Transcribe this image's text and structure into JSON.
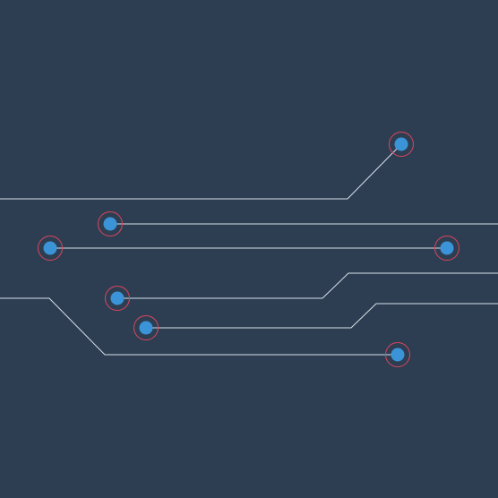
{
  "scene": {
    "kind": "circuit-board-illustration",
    "colors": {
      "background": "#2e3e52",
      "trace": "#d7e0ea",
      "node_fill": "#3b94d8",
      "node_ring": "#d8465e"
    },
    "traces": [
      {
        "name": "trace-1",
        "ends_at_node": "node-1"
      },
      {
        "name": "trace-2",
        "ends_at_node": "node-2"
      },
      {
        "name": "trace-3",
        "ends_at_node": "node-3"
      },
      {
        "name": "trace-4",
        "ends_at_node": "node-5"
      },
      {
        "name": "trace-5",
        "ends_at_node": "node-6"
      },
      {
        "name": "trace-6",
        "ends_at_node": "node-7"
      }
    ],
    "nodes": [
      {
        "name": "node-1"
      },
      {
        "name": "node-2"
      },
      {
        "name": "node-3"
      },
      {
        "name": "node-4"
      },
      {
        "name": "node-5"
      },
      {
        "name": "node-6"
      },
      {
        "name": "node-7"
      }
    ]
  }
}
